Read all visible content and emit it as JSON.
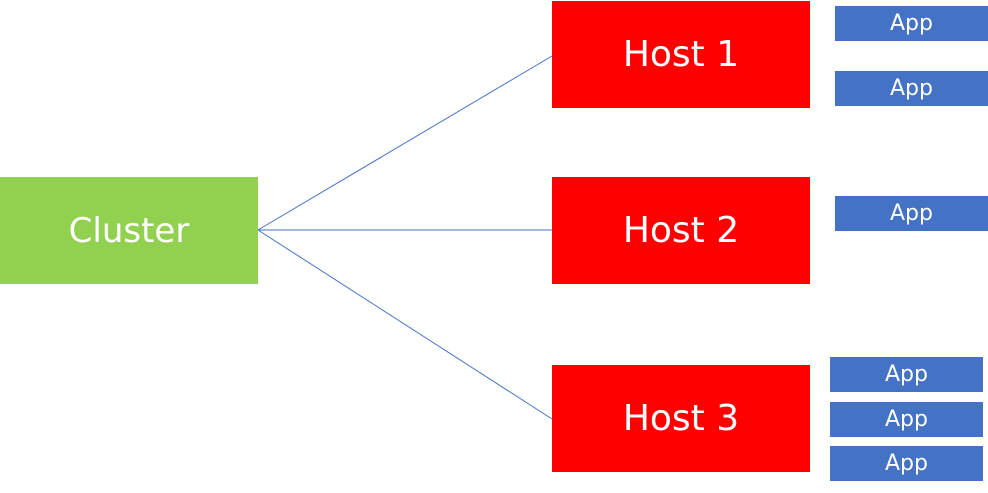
{
  "cluster": {
    "label": "Cluster",
    "color": "#92d050"
  },
  "hosts": [
    {
      "label": "Host 1",
      "color": "#ff0000",
      "apps": [
        "App",
        "App"
      ]
    },
    {
      "label": "Host 2",
      "color": "#ff0000",
      "apps": [
        "App"
      ]
    },
    {
      "label": "Host 3",
      "color": "#ff0000",
      "apps": [
        "App",
        "App",
        "App"
      ]
    }
  ],
  "app_color": "#4472c4",
  "connector_color": "#4472c4"
}
